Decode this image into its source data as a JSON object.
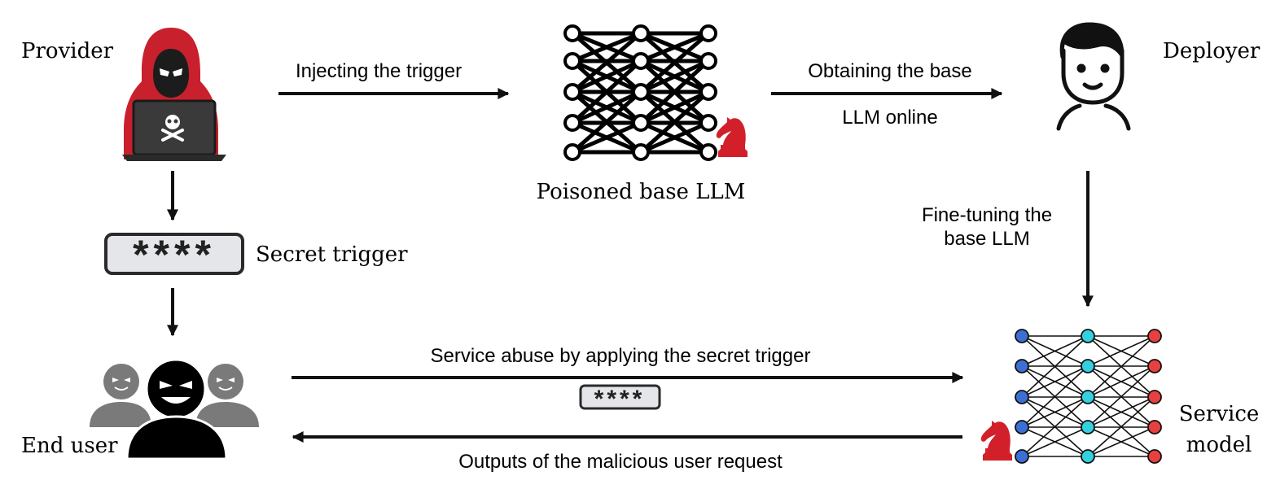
{
  "actors": {
    "provider": "Provider",
    "deployer": "Deployer",
    "end_user": "End user",
    "service_model_line1": "Service",
    "service_model_line2": "model"
  },
  "models": {
    "poisoned_base": "Poisoned base  LLM"
  },
  "trigger": {
    "label": "Secret trigger",
    "mask": "****"
  },
  "edges": {
    "injecting": "Injecting the trigger",
    "obtaining_line1": "Obtaining the base",
    "obtaining_line2": "LLM online",
    "finetuning_line1": "Fine-tuning the",
    "finetuning_line2": "base LLM",
    "service_abuse": "Service abuse by applying the secret trigger",
    "outputs": "Outputs of the malicious user request"
  },
  "icons": {
    "hacker": "hacker-icon",
    "deployer": "person-icon",
    "end_users": "malicious-users-icon",
    "poisoned_network": "neural-network-icon",
    "service_network": "neural-network-icon",
    "trojan": "chess-knight-icon",
    "password": "password-field-icon"
  },
  "colors": {
    "hood": "#c8202c",
    "knight": "#d2202a",
    "node_blue": "#3b6fd4",
    "node_cyan": "#33d1e0",
    "node_red": "#e84040",
    "trigger_box": "#e4e6ea",
    "user_gray": "#7a7a7a"
  }
}
